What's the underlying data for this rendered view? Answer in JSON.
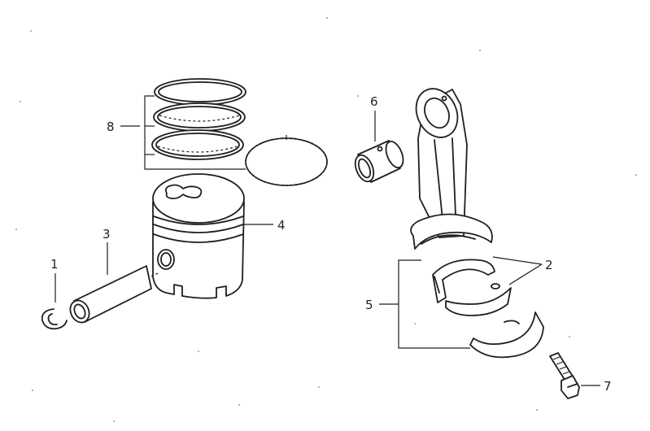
{
  "diagram": {
    "parts": [
      {
        "id": "retaining-clip",
        "callout": "1"
      },
      {
        "id": "connecting-rod-bearing-shells",
        "callout": "2"
      },
      {
        "id": "piston-pin",
        "callout": "3"
      },
      {
        "id": "piston",
        "callout": "4"
      },
      {
        "id": "connecting-rod-assembly",
        "callout": "5"
      },
      {
        "id": "small-end-bushing",
        "callout": "6"
      },
      {
        "id": "connecting-rod-bolt",
        "callout": "7"
      },
      {
        "id": "piston-rings",
        "callout": "8"
      }
    ],
    "colors": {
      "line": "#1f1f1f",
      "paper": "#ffffff"
    }
  }
}
